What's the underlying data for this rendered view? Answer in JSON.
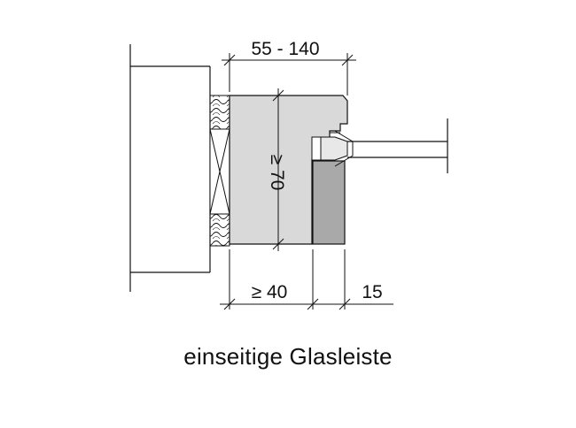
{
  "dimensions": {
    "top_width": "55 - 140",
    "frame_depth": "≥ 70",
    "bottom_left": "≥ 40",
    "bottom_right": "15"
  },
  "caption": "einseitige Glasleiste",
  "colors": {
    "frame_fill": "#d9d9d9",
    "glass_bead_fill": "#a9a9a9",
    "line": "#111111"
  }
}
